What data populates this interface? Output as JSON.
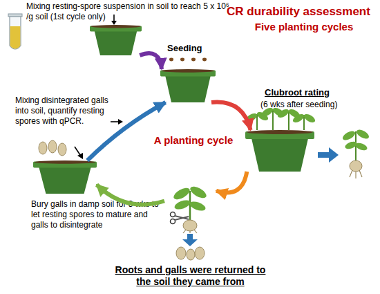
{
  "diagram": {
    "title": "CR durability assessment",
    "nodes": [
      {
        "text": [
          "Mixing resting-spore suspension in soil to reach 5 x 10⁶ /g soil (1st cycle only)"
        ]
      },
      {
        "text": [
          "Seeding"
        ]
      },
      {
        "text": [
          "Clubroot rating",
          "(6 wks after seeding)"
        ]
      },
      {
        "text": [
          "Roots and galls were returned to the soil they came from"
        ]
      },
      {
        "text": [
          "Bury galls in damp soil for 3 wks to let resting spores to mature and galls to disintegrate"
        ]
      }
    ],
    "edges": [
      {
        "from": 0,
        "to": 1,
        "arrow": "to"
      },
      {
        "from": 1,
        "to": 2,
        "arrow": "to"
      },
      {
        "from": 2,
        "to": 3,
        "arrow": "to"
      },
      {
        "from": 3,
        "to": 4,
        "arrow": "to"
      },
      {
        "from": 4,
        "to": 1,
        "arrow": "to"
      }
    ],
    "labels": [
      "Five planting cycles",
      "Mixing disintegrated galls into soil, quantify resting spores with qPCR.",
      "A planting cycle"
    ]
  }
}
